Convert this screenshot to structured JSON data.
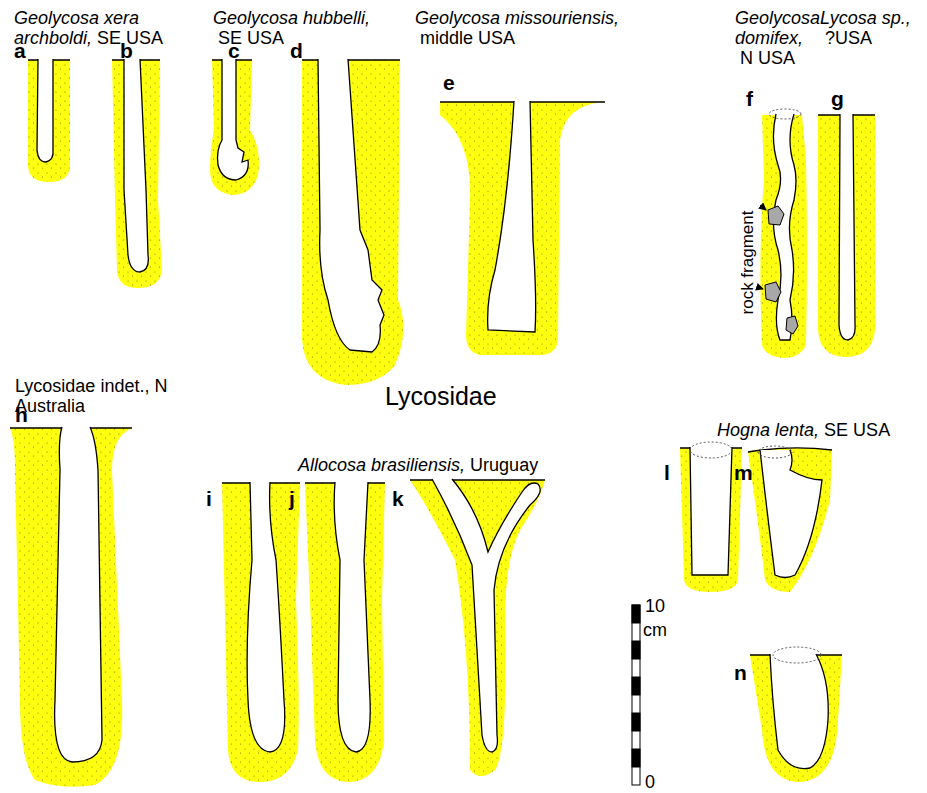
{
  "diagram": {
    "labels": [
      "Geolycosa xera archboldi,",
      "SE USA",
      "a",
      "b",
      "Geolycosa hubbelli,",
      "SE USA",
      "c",
      "d",
      "Geolycosa missouriensis,",
      "middle USA",
      "e",
      "Geolycosa domifex,",
      "N USA",
      "f",
      "rock fragment",
      "Lycosa sp.,",
      "?USA",
      "g",
      "Lycosidae indet., N Australia",
      "h",
      "Lycosidae",
      "Allocosa brasiliensis,",
      "Uruguay",
      "i",
      "j",
      "k",
      "Hogna lenta,",
      "SE USA",
      "l",
      "m",
      "n",
      "10",
      "cm",
      "0"
    ]
  }
}
